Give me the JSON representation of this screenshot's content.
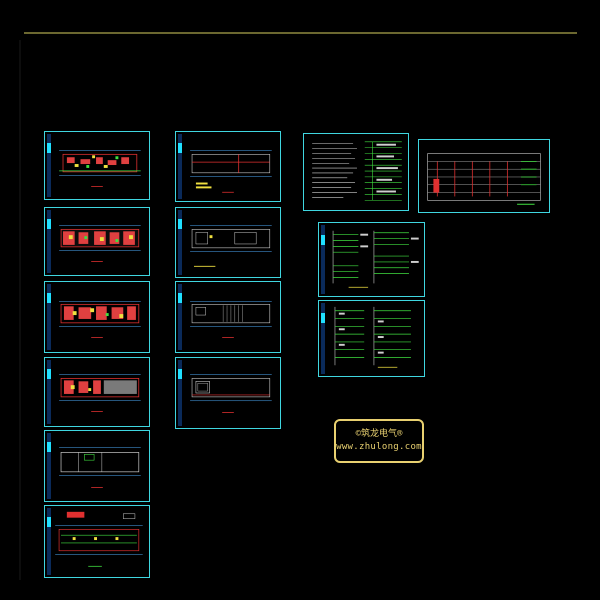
{
  "colors": {
    "background": "#000000",
    "outer_frame": "#d8d060",
    "sheet_border": "#3fd6e0",
    "badge_border": "#e8d070",
    "badge_text": "#e8d070"
  },
  "badge": {
    "line1": "©筑龙电气®",
    "line2": "www.zhulong.com"
  },
  "sheets": [
    {
      "id": "plan-1",
      "kind": "plan-dense"
    },
    {
      "id": "plan-2",
      "kind": "plan-dense"
    },
    {
      "id": "plan-3",
      "kind": "plan-dense"
    },
    {
      "id": "plan-4",
      "kind": "plan-dense"
    },
    {
      "id": "plan-5",
      "kind": "plan-sparse"
    },
    {
      "id": "plan-6",
      "kind": "plan-section"
    },
    {
      "id": "plan-7",
      "kind": "plan-light"
    },
    {
      "id": "plan-8",
      "kind": "plan-light"
    },
    {
      "id": "plan-9",
      "kind": "plan-light"
    },
    {
      "id": "plan-10",
      "kind": "plan-light"
    },
    {
      "id": "notes-sheet",
      "kind": "notes"
    },
    {
      "id": "system-diagram",
      "kind": "system"
    },
    {
      "id": "panel-schedule-1",
      "kind": "schedule"
    },
    {
      "id": "panel-schedule-2",
      "kind": "schedule"
    }
  ]
}
